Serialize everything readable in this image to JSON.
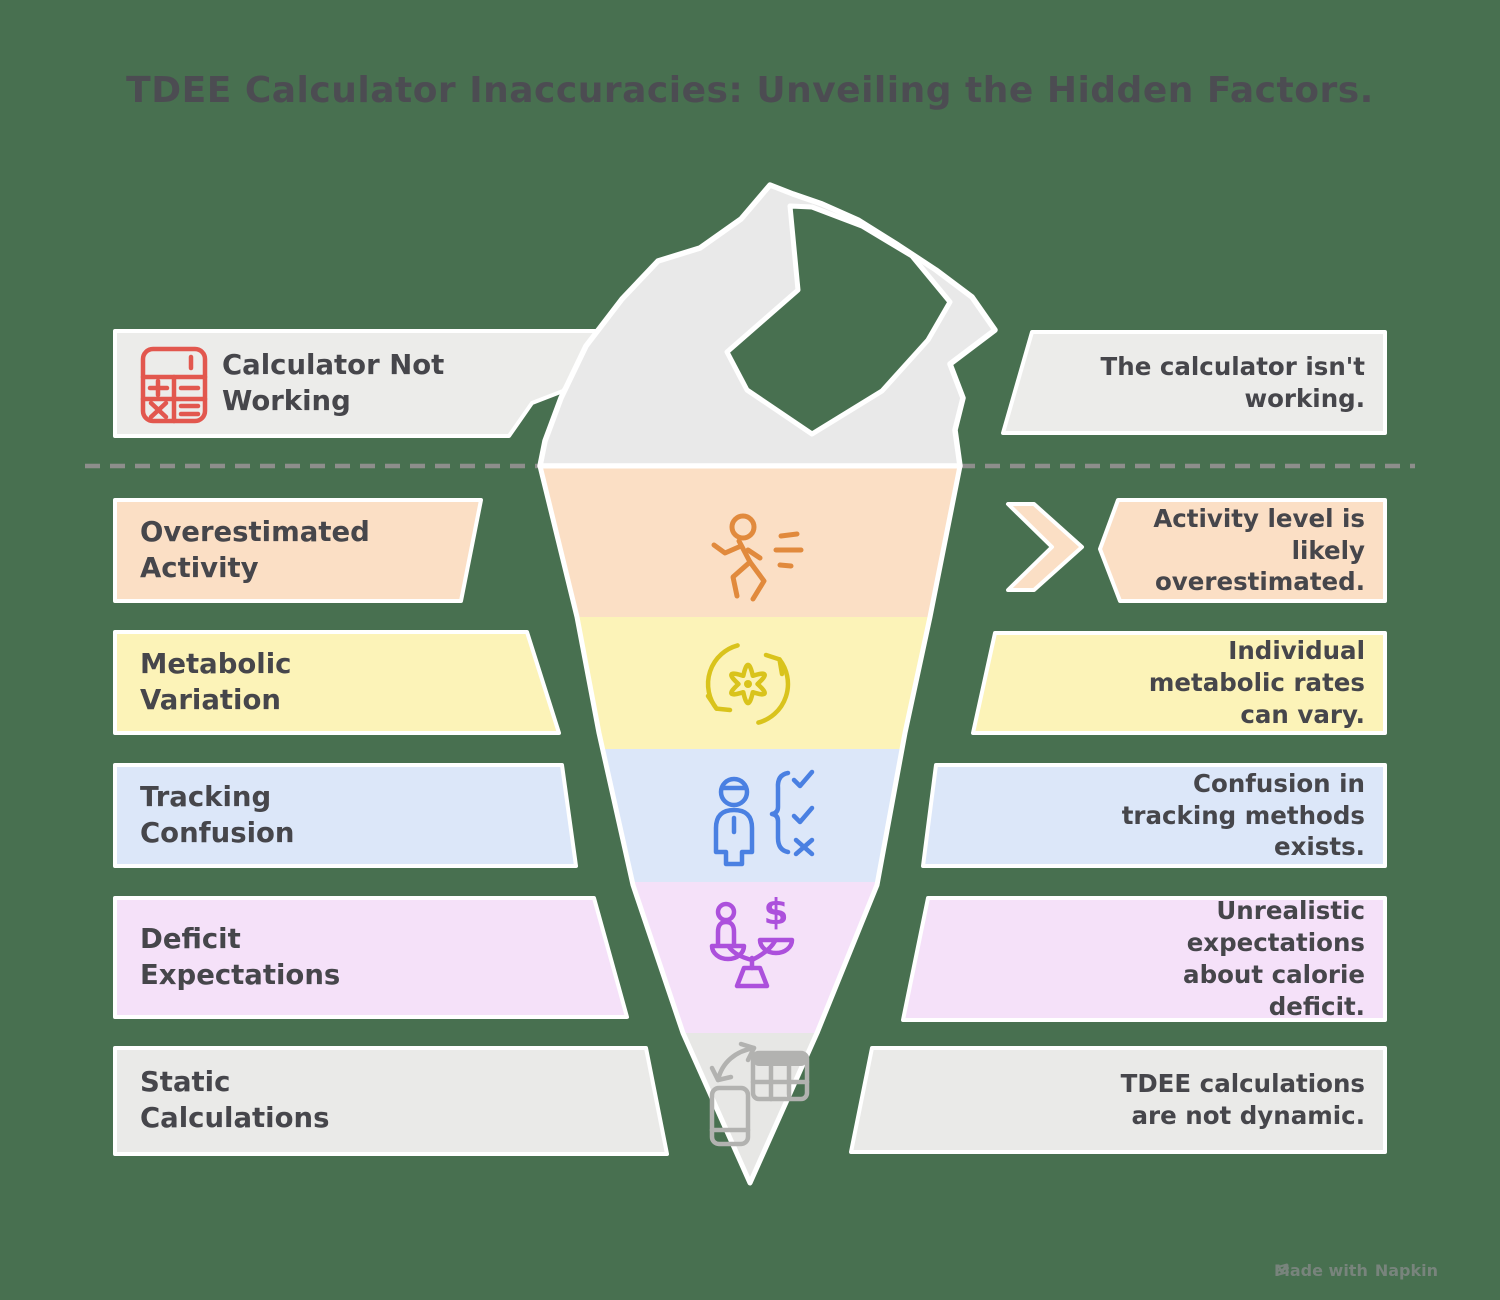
{
  "title": "TDEE Calculator Inaccuracies: Unveiling the Hidden Factors.",
  "colors": {
    "background": "#487050",
    "water_line": "#8E8E8C",
    "text": "#46464B",
    "band_gray": "#ECECEA",
    "band_peach": "#FBDFC5",
    "band_yellow": "#FCF3B8",
    "band_blue": "#DCE7F9",
    "band_lavender": "#F5E1F9",
    "iceberg_gray": "#E9E9E9"
  },
  "rows": [
    {
      "label": "Calculator Not Working",
      "description": "The calculator isn't working.",
      "icon": "calculator-icon",
      "icon_color": "#E2574E",
      "band_color": "#ECECEA",
      "position": "above-water"
    },
    {
      "label": "Overestimated Activity",
      "description": "Activity level is likely overestimated.",
      "icon": "runner-icon",
      "icon_color": "#E18A3D",
      "band_color": "#FBDFC5",
      "position": "below-water"
    },
    {
      "label": "Metabolic Variation",
      "description": "Individual metabolic rates can vary.",
      "icon": "metabolism-cycle-icon",
      "icon_color": "#D9C31C",
      "band_color": "#FCF3B8",
      "position": "below-water"
    },
    {
      "label": "Tracking Confusion",
      "description": "Confusion in tracking methods exists.",
      "icon": "person-checklist-icon",
      "icon_color": "#4A80E2",
      "band_color": "#DCE7F9",
      "position": "below-water"
    },
    {
      "label": "Deficit Expectations",
      "description": "Unrealistic expectations about calorie deficit.",
      "icon": "balance-scale-icon",
      "icon_color": "#AC50DC",
      "band_color": "#F5E1F9",
      "position": "below-water"
    },
    {
      "label": "Static Calculations",
      "description": "TDEE calculations are not dynamic.",
      "icon": "phone-calculator-icon",
      "icon_color": "#B2B2B0",
      "band_color": "#EAEAE8",
      "position": "below-water"
    }
  ],
  "watermark": {
    "prefix": "Made with",
    "brand": "Napkin",
    "icon": "napkin-logo-icon"
  }
}
